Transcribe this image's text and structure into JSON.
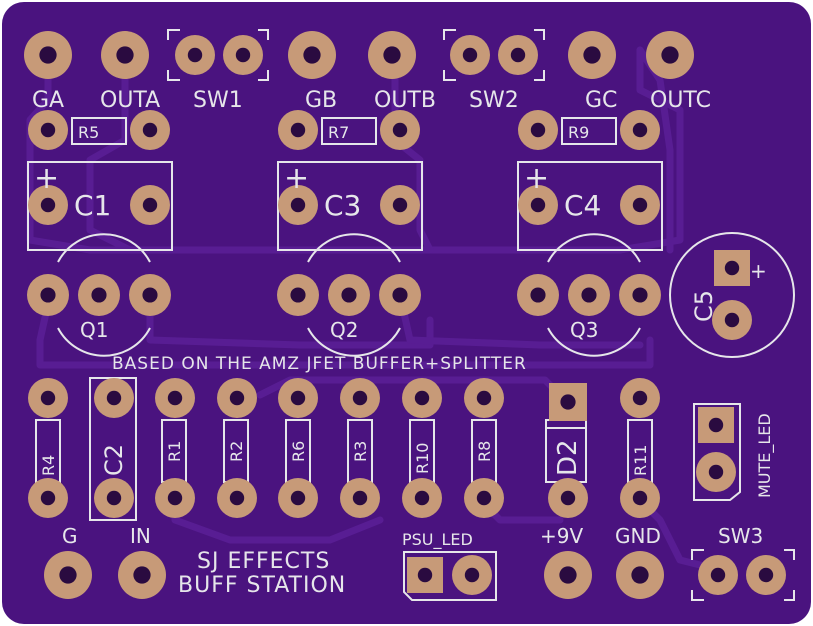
{
  "colors": {
    "board": "#4a137f",
    "trace": "#5a1f96",
    "silk": "#e6e6ea",
    "pad": "#c79a78",
    "hole": "#2a0b40"
  },
  "labels": {
    "ga": "GA",
    "outa": "OUTA",
    "sw1": "SW1",
    "gb": "GB",
    "outb": "OUTB",
    "sw2": "SW2",
    "gc": "GC",
    "outc": "OUTC",
    "r5": "R5",
    "r7": "R7",
    "r9": "R9",
    "c1": "C1",
    "c3": "C3",
    "c4": "C4",
    "c5": "C5",
    "plus1": "+",
    "plus3": "+",
    "plus4": "+",
    "plus5": "+",
    "q1": "Q1",
    "q2": "Q2",
    "q3": "Q3",
    "based_on": "BASED ON THE AMZ JFET BUFFER+SPLITTER",
    "r4": "R4",
    "c2": "C2",
    "r1": "R1",
    "r2": "R2",
    "r6": "R6",
    "r3": "R3",
    "r10": "R10",
    "r8": "R8",
    "d2": "D2",
    "r11": "R11",
    "mute_led": "MUTE_LED",
    "g": "G",
    "in": "IN",
    "title_line1": "SJ EFFECTS",
    "title_line2": "BUFF STATION",
    "psu_led": "PSU_LED",
    "plus9v": "+9V",
    "gnd": "GND",
    "sw3": "SW3"
  }
}
